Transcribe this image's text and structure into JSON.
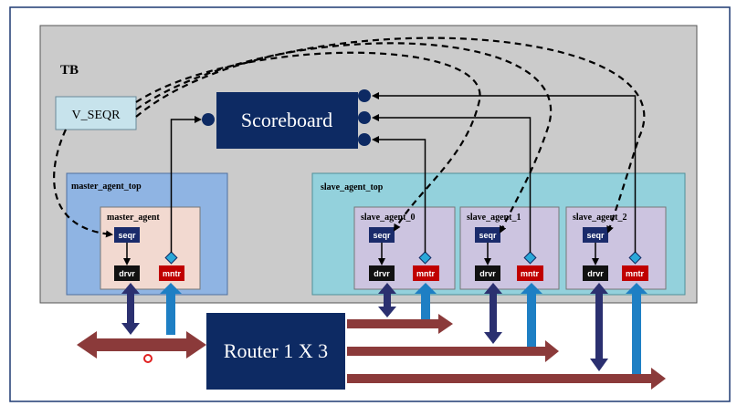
{
  "diagram": {
    "tb_label": "TB",
    "v_seqr_label": "V_SEQR",
    "scoreboard_label": "Scoreboard",
    "router_label": "Router 1 X 3",
    "master": {
      "top_label": "master_agent_top",
      "agent_label": "master_agent",
      "seqr": "seqr",
      "drvr": "drvr",
      "mntr": "mntr"
    },
    "slave": {
      "top_label": "slave_agent_top",
      "agents": [
        {
          "label": "slave_agent_0",
          "seqr": "seqr",
          "drvr": "drvr",
          "mntr": "mntr"
        },
        {
          "label": "slave_agent_1",
          "seqr": "seqr",
          "drvr": "drvr",
          "mntr": "mntr"
        },
        {
          "label": "slave_agent_2",
          "seqr": "seqr",
          "drvr": "drvr",
          "mntr": "mntr"
        }
      ]
    }
  },
  "colors": {
    "frame_border": "#1f3a72",
    "tb_fill": "#cbcbcb",
    "v_seqr_fill": "#c7e3ec",
    "navy": "#0d2a63",
    "master_top_fill": "#8fb4e3",
    "slave_top_fill": "#93d1dc",
    "master_agent_fill": "#f2d9d0",
    "slave_agent_fill": "#ccc4e0",
    "mntr_red": "#c00000",
    "drvr_black": "#111111",
    "seqr_navy": "#1a2b6b",
    "diamond": "#2aa8d8",
    "bus_brown": "#8b3a3a",
    "arrow_dark": "#2b3070",
    "arrow_light": "#1e7fc4"
  }
}
